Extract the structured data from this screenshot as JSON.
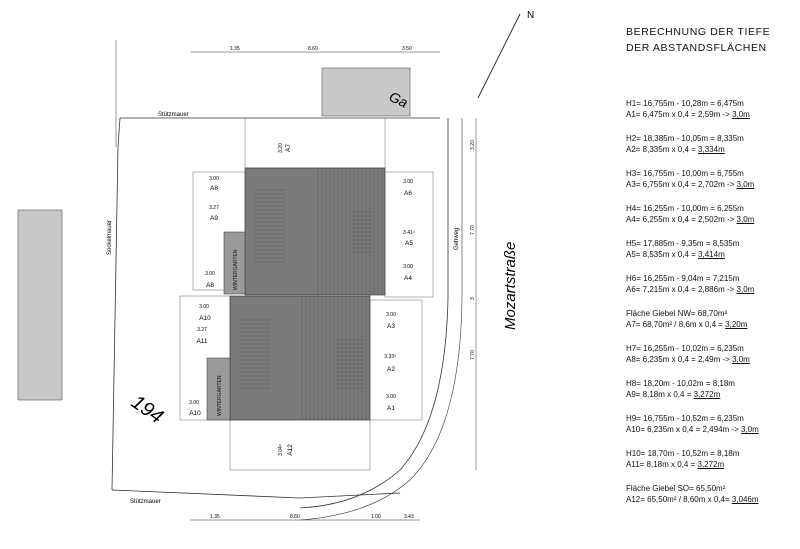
{
  "north": "N",
  "calc": {
    "title_line1": "BERECHNUNG DER TIEFE",
    "title_line2": "DER ABSTANDSFLÄCHEN",
    "blocks": [
      {
        "line1": "H1= 16,755m - 10,28m = 6,475m",
        "line2_pre": "A1= 6,475m x 0,4 = 2,59m  -> ",
        "line2_val": "3,0m"
      },
      {
        "line1": "H2= 18,385m - 10,05m = 8,335m",
        "line2_pre": "A2= 8,335m x 0,4 = ",
        "line2_val": "3,334m"
      },
      {
        "line1": "H3= 16,755m - 10,00m = 6,755m",
        "line2_pre": "A3= 6,755m x 0,4 = 2,702m  -> ",
        "line2_val": "3,0m"
      },
      {
        "line1": "H4= 16,255m - 10,00m = 6,255m",
        "line2_pre": "A4= 6,255m x 0,4 = 2,502m  -> ",
        "line2_val": "3,0m"
      },
      {
        "line1": "H5= 17,885m - 9,35m = 8,535m",
        "line2_pre": "A5= 8,535m x 0,4 = ",
        "line2_val": "3,414m"
      },
      {
        "line1": "H6= 16,255m - 9,04m = 7,215m",
        "line2_pre": "A6= 7,215m x 0,4 = 2,886m  -> ",
        "line2_val": "3,0m"
      },
      {
        "line1": "Fläche Giebel NW= 68,70m²",
        "line2_pre": "A7= 68,70m² / 8,6m x 0,4 = ",
        "line2_val": "3,20m"
      },
      {
        "line1": "H7= 16,255m - 10,02m = 6,235m",
        "line2_pre": "A8= 6,235m x 0,4 = 2,49m  -> ",
        "line2_val": "3,0m"
      },
      {
        "line1": "H8= 18,20m - 10,02m = 8,18m",
        "line2_pre": "A9= 8,18m x 0,4 = ",
        "line2_val": "3,272m"
      },
      {
        "line1": "H9= 16,755m - 10,52m = 6,235m",
        "line2_pre": "A10= 6,235m x 0,4 = 2,494m  -> ",
        "line2_val": "3,0m"
      },
      {
        "line1": "H10= 18,70m - 10,52m = 8,18m",
        "line2_pre": "A11= 8,18m x 0,4 = ",
        "line2_val": "3,272m"
      },
      {
        "line1": "Fläche Giebel SO= 65,50m²",
        "line2_pre": "A12= 65,50m² / 8,60m x 0,4= ",
        "line2_val": "3,046m"
      }
    ]
  },
  "plan": {
    "dim_top": [
      "1.35",
      "8.60",
      "3.50"
    ],
    "dim_bottom": [
      "1.35",
      "8.60",
      "1.00",
      "3.43"
    ],
    "dim_right_top": "3.20",
    "dim_right_mid": "7.70",
    "dim_right_mid2": "3",
    "dim_right_bot": "7.70",
    "garage": "Ga",
    "stuetzmauer_top": "Stützmauer",
    "stuetzmauer_bottom": "Stützmauer",
    "sockelmauer": "Sockelmauer",
    "gehweg": "Gehweg",
    "street": "Mozartstraße",
    "parcel": "194",
    "wintergarten": "WINTERGARTEN",
    "areas": [
      {
        "name": "A7",
        "depth": "3.20"
      },
      {
        "name": "A8",
        "depth": "3.00"
      },
      {
        "name": "A9",
        "depth": "3.27"
      },
      {
        "name": "A8",
        "depth": "3.00"
      },
      {
        "name": "A6",
        "depth": "3.00"
      },
      {
        "name": "A5",
        "depth": "3.41⁴"
      },
      {
        "name": "A4",
        "depth": "3.00"
      },
      {
        "name": "A10",
        "depth": "3.00"
      },
      {
        "name": "A11",
        "depth": "3.27"
      },
      {
        "name": "A10",
        "depth": "3.00"
      },
      {
        "name": "A3",
        "depth": "3.00"
      },
      {
        "name": "A2",
        "depth": "3.33³"
      },
      {
        "name": "A1",
        "depth": "3.00"
      },
      {
        "name": "A12",
        "depth": "3.04⁶"
      }
    ]
  }
}
